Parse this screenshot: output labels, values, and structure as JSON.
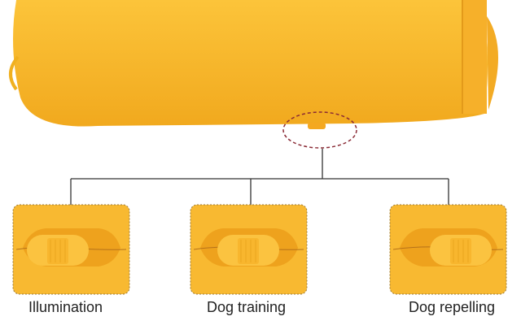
{
  "colors": {
    "body": "#f8b931",
    "shade": "#eea21d",
    "line": "#333333",
    "callout": "#8a2a35"
  },
  "modes": [
    {
      "label": "Illumination",
      "position": "left"
    },
    {
      "label": "Dog training",
      "position": "center"
    },
    {
      "label": "Dog repelling",
      "position": "right"
    }
  ]
}
